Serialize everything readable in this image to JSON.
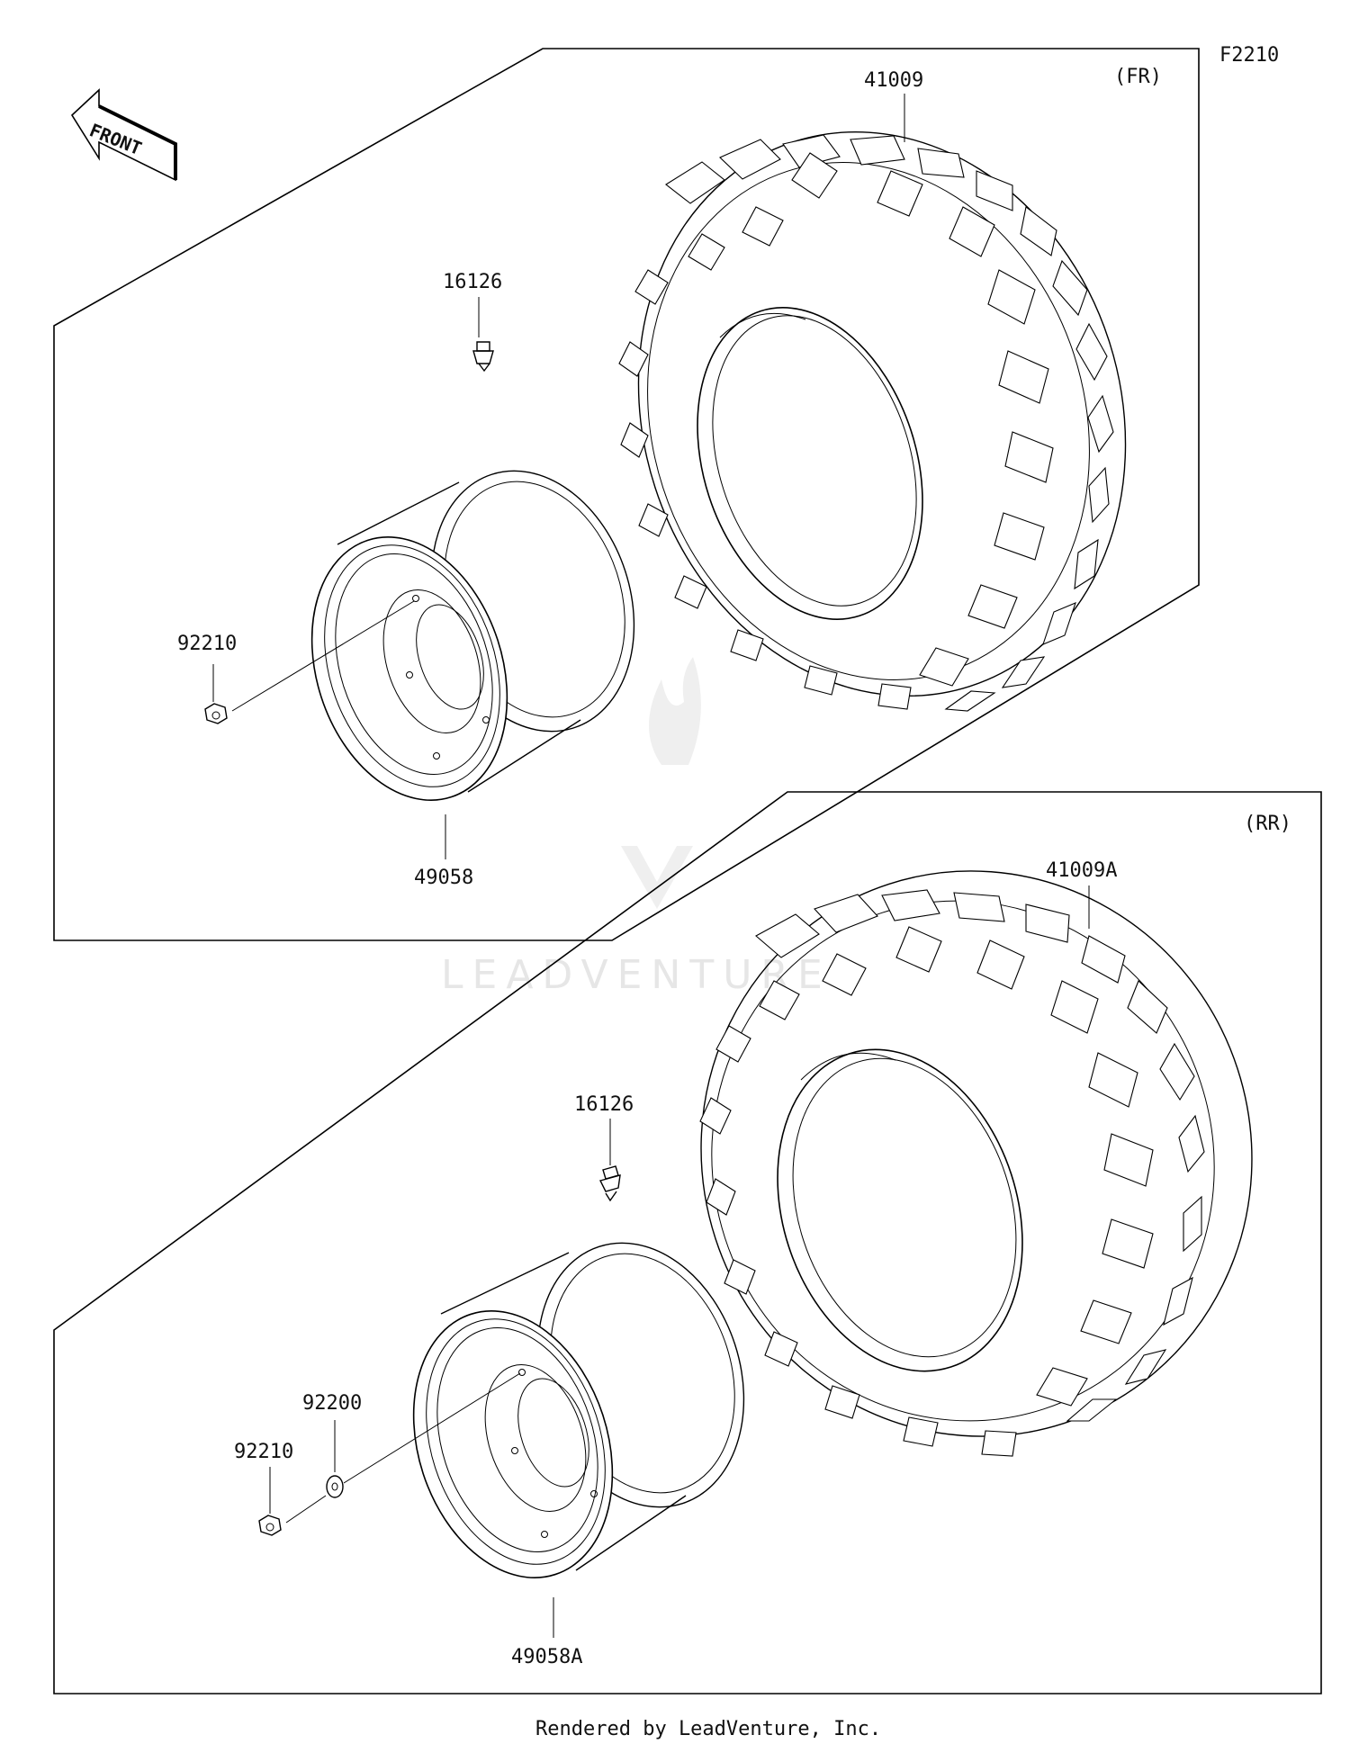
{
  "diagram_code": "F2210",
  "watermark": "LEADVENTURE",
  "footer": "Rendered by LeadVenture, Inc.",
  "front_arrow_label": "FRONT",
  "front_section": {
    "label": "(FR)",
    "parts": {
      "tire": "41009",
      "valve": "16126",
      "nut": "92210",
      "wheel": "49058"
    }
  },
  "rear_section": {
    "label": "(RR)",
    "parts": {
      "tire": "41009A",
      "valve": "16126",
      "washer": "92200",
      "nut": "92210",
      "wheel": "49058A"
    }
  }
}
